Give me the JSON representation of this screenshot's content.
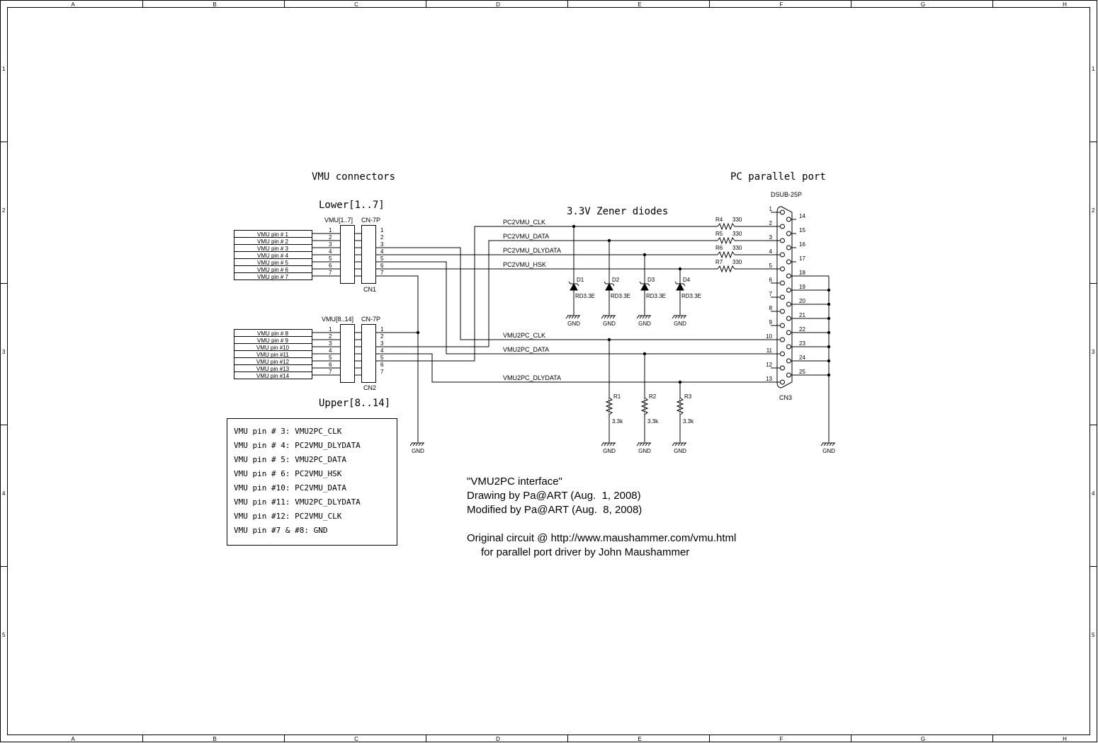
{
  "frame": {
    "columns": [
      "A",
      "B",
      "C",
      "D",
      "E",
      "F",
      "G",
      "H"
    ],
    "rows": [
      "1",
      "2",
      "3",
      "4",
      "5"
    ]
  },
  "headings": {
    "vmu_connectors": "VMU connectors",
    "pc_parallel_port": "PC parallel port",
    "lower": "Lower[1..7]",
    "upper": "Upper[8..14]",
    "zener": "3.3V Zener diodes"
  },
  "connectors": {
    "cn1": {
      "ref": "CN1",
      "type": "CN-7P",
      "header": "VMU[1..7]"
    },
    "cn2": {
      "ref": "CN2",
      "type": "CN-7P",
      "header": "VMU[8..14]"
    },
    "cn3": {
      "ref": "CN3",
      "type": "DSUB-25P"
    },
    "pin_numbers": [
      "1",
      "2",
      "3",
      "4",
      "5",
      "6",
      "7"
    ]
  },
  "vmu_pins_lower": [
    "VMU pin # 1",
    "VMU pin # 2",
    "VMU pin # 3",
    "VMU pin # 4",
    "VMU pin # 5",
    "VMU pin # 6",
    "VMU pin # 7"
  ],
  "vmu_pins_upper": [
    "VMU pin # 8",
    "VMU pin # 9",
    "VMU pin #10",
    "VMU pin #11",
    "VMU pin #12",
    "VMU pin #13",
    "VMU pin #14"
  ],
  "nets": {
    "pc2vmu_clk": "PC2VMU_CLK",
    "pc2vmu_data": "PC2VMU_DATA",
    "pc2vmu_dlydata": "PC2VMU_DLYDATA",
    "pc2vmu_hsk": "PC2VMU_HSK",
    "vmu2pc_clk": "VMU2PC_CLK",
    "vmu2pc_data": "VMU2PC_DATA",
    "vmu2pc_dlydata": "VMU2PC_DLYDATA"
  },
  "resistors": [
    {
      "ref": "R4",
      "value": "330"
    },
    {
      "ref": "R5",
      "value": "330"
    },
    {
      "ref": "R6",
      "value": "330"
    },
    {
      "ref": "R7",
      "value": "330"
    },
    {
      "ref": "R1",
      "value": "3.3k"
    },
    {
      "ref": "R2",
      "value": "3.3k"
    },
    {
      "ref": "R3",
      "value": "3.3k"
    }
  ],
  "diodes": [
    {
      "ref": "D1",
      "value": "RD3.3E"
    },
    {
      "ref": "D2",
      "value": "RD3.3E"
    },
    {
      "ref": "D3",
      "value": "RD3.3E"
    },
    {
      "ref": "D4",
      "value": "RD3.3E"
    }
  ],
  "gnd": "GND",
  "dsub_left_pins": [
    "1",
    "2",
    "3",
    "4",
    "5",
    "6",
    "7",
    "8",
    "9",
    "10",
    "11",
    "12",
    "13"
  ],
  "dsub_right_pins": [
    "14",
    "15",
    "16",
    "17",
    "18",
    "19",
    "20",
    "21",
    "22",
    "23",
    "24",
    "25"
  ],
  "legend": [
    "VMU pin # 3: VMU2PC_CLK",
    "VMU pin # 4: PC2VMU_DLYDATA",
    "VMU pin # 5: VMU2PC_DATA",
    "VMU pin # 6: PC2VMU_HSK",
    "VMU pin #10: PC2VMU_DATA",
    "VMU pin #11: VMU2PC_DLYDATA",
    "VMU pin #12: PC2VMU_CLK",
    "VMU pin #7 & #8: GND"
  ],
  "notes": {
    "title": "\"VMU2PC interface\"",
    "drawing_by": "Drawing by Pa@ART (Aug.  1, 2008)",
    "modified_by": "Modified by Pa@ART (Aug.  8, 2008)",
    "original": "Original circuit @ http://www.maushammer.com/vmu.html",
    "driver": "for parallel port driver by John Maushammer"
  }
}
